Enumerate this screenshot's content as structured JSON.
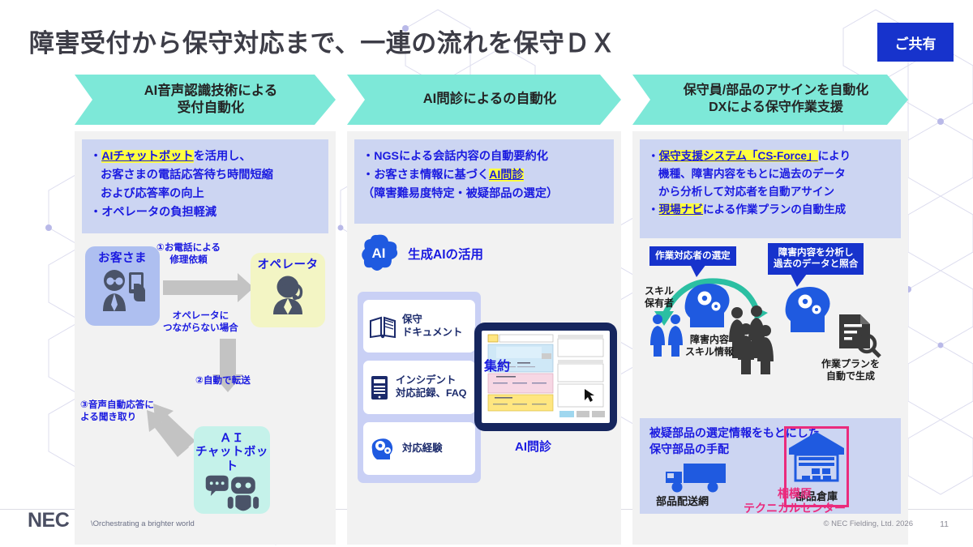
{
  "title": "障害受付から保守対応まで、一連の流れを保守ＤＸ",
  "share_badge": "ご共有",
  "columns": [
    {
      "chevron": [
        "AI音声認識技術による",
        "受付自動化"
      ],
      "bullets": [
        {
          "bullet": "・",
          "highlight": "AIチャットボット",
          "rest": "を活用し、"
        },
        {
          "indent": true,
          "text": "お客さまの電話応答待ち時間短縮"
        },
        {
          "indent": true,
          "text": "および応答率の向上"
        },
        {
          "bullet": "・",
          "text": "オペレータの負担軽減"
        }
      ],
      "diagram": {
        "nodes": [
          {
            "name": "customer",
            "label": "お客さま",
            "icon": "customer-phone-icon"
          },
          {
            "name": "operator",
            "label": "オペレータ",
            "icon": "operator-headset-icon"
          },
          {
            "name": "chatbot",
            "label": "ＡＩ\nチャットボット",
            "label_line1": "ＡＩ",
            "label_line2": "チャットボット",
            "icon": "robot-icon"
          }
        ],
        "arrow_labels": [
          {
            "line1": "①お電話による",
            "line2": "修理依頼"
          },
          {
            "line1": "オペレータに",
            "line2": "つながらない場合"
          },
          {
            "line1": "②自動で転送"
          },
          {
            "line1": "③音声自動応答に",
            "line2": "よる聞き取り"
          }
        ]
      }
    },
    {
      "chevron": [
        "AI問診によるの自動化"
      ],
      "bullets": [
        {
          "bullet": "・",
          "text": "NGSによる会話内容の自動要約化"
        },
        {
          "bullet": "・",
          "pretext": "お客さま情報に基づく",
          "highlight": "AI問診"
        },
        {
          "indent": false,
          "text": "（障害難易度特定・被疑部品の選定）"
        }
      ],
      "diagram": {
        "ai_badge": "AI",
        "ai_heading": "生成AIの活用",
        "sources": [
          {
            "icon": "book-icon",
            "line1": "保守",
            "line2": "ドキュメント"
          },
          {
            "icon": "server-icon",
            "line1": "インシデント",
            "line2": "対応記録、FAQ"
          },
          {
            "icon": "brain-gear-icon",
            "line1": "対応経験",
            "line2": ""
          }
        ],
        "aggregate_label": "集約",
        "tablet_caption": "AI問診"
      }
    },
    {
      "chevron": [
        "保守員/部品のアサインを自動化",
        "DXによる保守作業支援"
      ],
      "bullets": [
        {
          "bullet": "・",
          "highlight": "保守支援システム「CS-Force」",
          "rest": "により"
        },
        {
          "indent": true,
          "text": "機種、障害内容をもとに過去のデータ"
        },
        {
          "indent": true,
          "text": "から分析して対応者を自動アサイン"
        },
        {
          "bullet": "・",
          "highlight": "現場ナビ",
          "rest": "による作業プランの自動生成"
        }
      ],
      "diagram": {
        "callouts": [
          {
            "line1": "作業対応者の選定"
          },
          {
            "line1": "障害内容を分析し",
            "line2": "過去のデータと照合"
          }
        ],
        "labels": [
          {
            "line1": "スキル",
            "line2": "保有者"
          },
          {
            "line1": "障害内容",
            "line2": "スキル情報"
          },
          {
            "line1": "作業プランを",
            "line2": "自動で生成"
          }
        ],
        "parts": {
          "title_line1": "被疑部品の選定情報をもとにした",
          "title_line2": "保守部品の手配",
          "truck_label": "部品配送網",
          "warehouse_label": "部品倉庫",
          "center_line1": "相模原",
          "center_line2": "テクニカルセンター"
        }
      }
    }
  ],
  "footer": {
    "logo": "NEC",
    "tagline": "\\Orchestrating a brighter world",
    "copyright": "© NEC Fielding, Ltd. 2026",
    "page_number": "11"
  },
  "colors": {
    "chevron": "#7de8d8",
    "bullets_bg": "#ccd5f2",
    "bullets_text": "#1a1ae0",
    "highlight": "#ffff40",
    "badge_blue": "#1733cc",
    "pink": "#ea2b7d",
    "panel_bg": "#f2f2f2"
  }
}
